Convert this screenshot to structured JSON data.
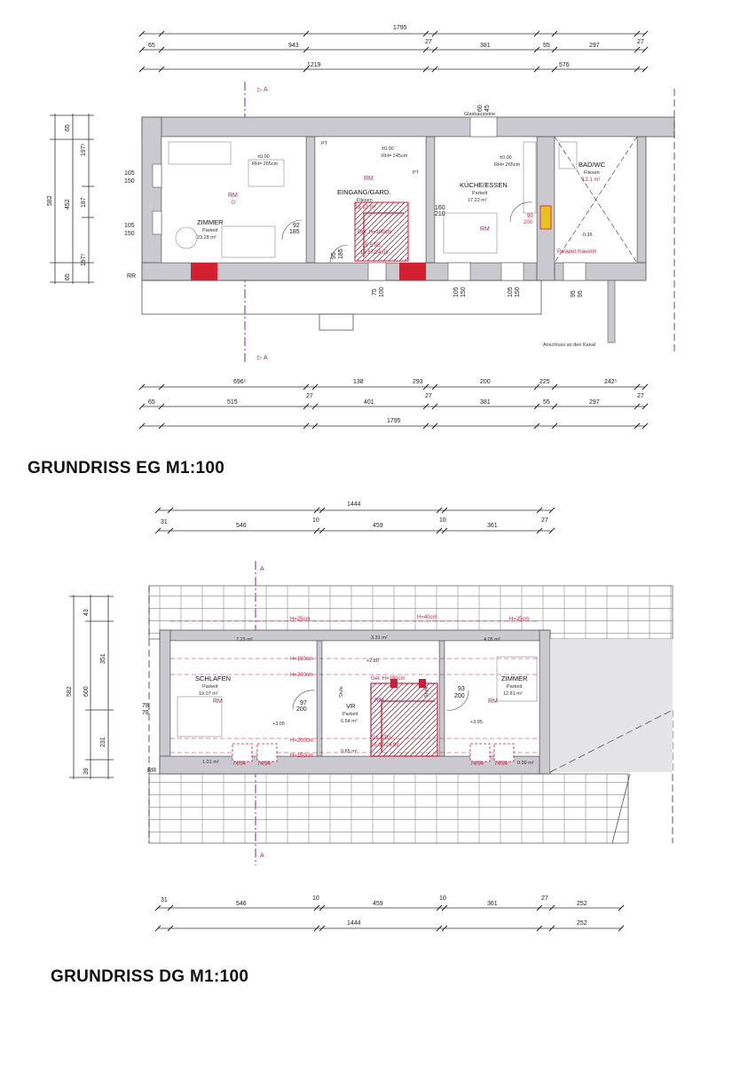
{
  "eg": {
    "title": "GRUNDRISS EG M1:100",
    "top_dims": {
      "total": "1795",
      "row2": [
        "65",
        "943",
        "27",
        "381",
        "55",
        "297",
        "27"
      ],
      "row3": [
        "1219",
        "576"
      ]
    },
    "bottom_dims": {
      "row1": [
        "696⁵",
        "27",
        "138",
        "293",
        "27",
        "200",
        "225",
        "242⁵",
        "27"
      ],
      "row2": [
        "65",
        "515",
        "401",
        "381",
        "55",
        "297"
      ],
      "total": "1795"
    },
    "left_dims": [
      "65",
      "197⁵",
      "452",
      "187",
      "582",
      "197⁵",
      "65"
    ],
    "window_dims": [
      "105",
      "150",
      "105",
      "150"
    ],
    "rooms": {
      "zimmer": {
        "name": "ZIMMER",
        "floor": "Parkett",
        "area": "23.28 m²",
        "level": "±0.00",
        "rh": "RH= 265cm"
      },
      "eingang": {
        "name": "EINGANG/GARD.",
        "floor": "Fliesen",
        "area": "19.13 m²",
        "level": "±0.00",
        "rh": "RH= 245cm"
      },
      "kueche": {
        "name": "KÜCHE/ESSEN",
        "floor": "Parkett",
        "area": "17.22 m²",
        "level": "±0.00",
        "rh": "RH= 265cm"
      },
      "bad": {
        "name": "BAD/WC",
        "floor": "Fliesen",
        "area": "13.1 m²",
        "level": "-0.36"
      }
    },
    "labels": {
      "rm": "RM",
      "pt": "PT",
      "glasbau": "Glasbausteine",
      "parapet": "Parapet mauern!",
      "anschluss": "Anschluss an den Kanal",
      "rr": "RR",
      "gel": "Gel. H=100cm",
      "stg": "15 STG",
      "stg_dim": "15.67/24.08",
      "door_92": "92",
      "door_185": "185",
      "d160": "160",
      "d210": "210",
      "d90": "90",
      "d200": "200",
      "d95": "95",
      "d185": "185",
      "d75": "75",
      "d100": "100",
      "d105": "105",
      "d150": "150",
      "d60": "60",
      "d45": "45",
      "d95b": "95"
    }
  },
  "dg": {
    "title": "GRUNDRISS DG M1:100",
    "top_dims": {
      "total": "1444",
      "row": [
        "31",
        "546",
        "10",
        "459",
        "10",
        "361",
        "27"
      ]
    },
    "bottom_dims": {
      "row": [
        "31",
        "546",
        "10",
        "459",
        "10",
        "361",
        "27",
        "252"
      ],
      "total": "1444",
      "extra": "252"
    },
    "left_dims": [
      "43",
      "351",
      "600",
      "582",
      "231",
      "39"
    ],
    "rooms": {
      "schlafen": {
        "name": "SCHLAFEN",
        "floor": "Parkett",
        "area": "19.07 m²",
        "level": "+3.05"
      },
      "vr": {
        "name": "VR",
        "floor": "Parkett",
        "area": "6.54 m²",
        "level": "+2.80"
      },
      "zimmer": {
        "name": "ZIMMER",
        "floor": "Parkett",
        "area": "12.81 m²",
        "level": "+3.05"
      }
    },
    "labels": {
      "rm": "RM",
      "h25": "H=25cm",
      "h150": "H=150cm",
      "h200": "H=200cm",
      "h40": "H=40cm",
      "a723": "7.23 m²",
      "a331": "3.31 m²",
      "a405": "4.05 m²",
      "a101": "1.01 m²",
      "a065": "0.65 m²",
      "a099": "0.99 m²",
      "stufe": "Stufe",
      "gel": "Gel. H=100cm",
      "stg": "15 STG",
      "stg_dim": "15.67/24.08",
      "d97": "97",
      "d200": "200",
      "d93": "93",
      "d200b": "200",
      "d78": "78",
      "rr": "RR",
      "skylight": "74/94",
      "a_mark": "A"
    }
  }
}
